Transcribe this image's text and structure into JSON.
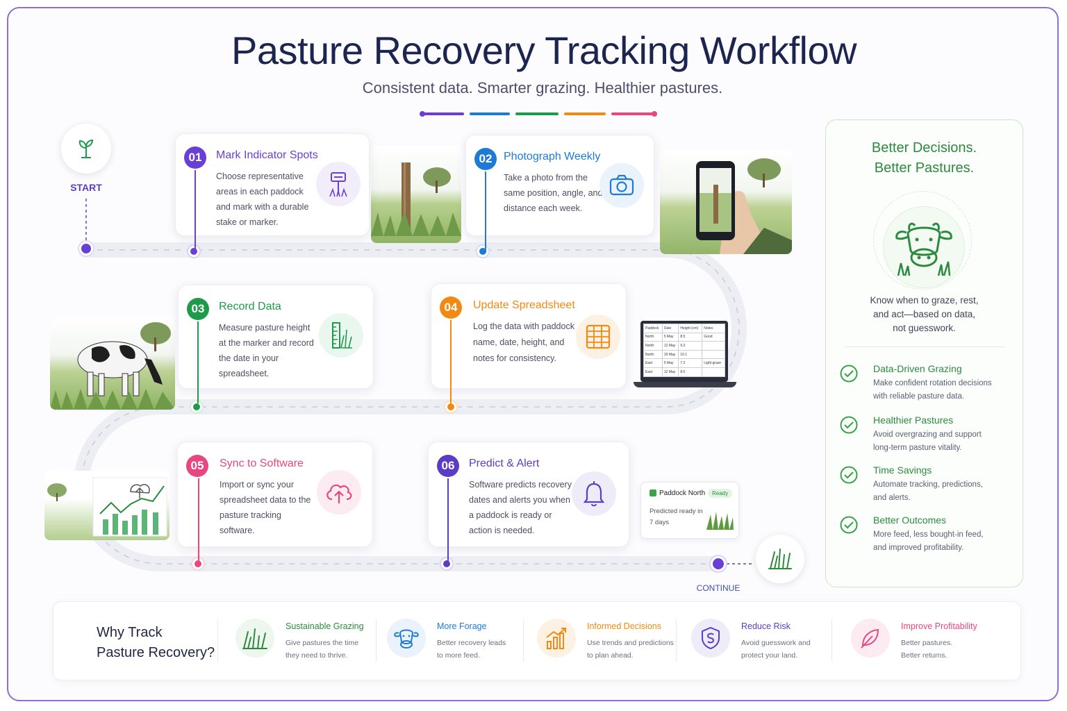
{
  "header": {
    "title": "Pasture Recovery Tracking Workflow",
    "subtitle": "Consistent data. Smarter grazing. Healthier pastures."
  },
  "colors": {
    "purple": "#6a3fd4",
    "blue": "#1f7ad6",
    "green": "#1e9a4a",
    "orange": "#f08a12",
    "pink": "#e8467f",
    "violet": "#5b3cc4"
  },
  "path": {
    "start_label": "START",
    "continue_label": "CONTINUE"
  },
  "steps": [
    {
      "number": "01",
      "title": "Mark Indicator Spots",
      "lines": [
        "Choose representative",
        "areas in each paddock",
        "and mark with a durable",
        "stake or marker."
      ],
      "icon": "signpost-icon"
    },
    {
      "number": "02",
      "title": "Photograph Weekly",
      "lines": [
        "Take a photo from the",
        "same position, angle, and",
        "distance each week."
      ],
      "icon": "camera-icon"
    },
    {
      "number": "03",
      "title": "Record Data",
      "lines": [
        "Measure pasture height",
        "at the marker and record",
        "the date in your",
        "spreadsheet."
      ],
      "icon": "ruler-icon"
    },
    {
      "number": "04",
      "title": "Update Spreadsheet",
      "lines": [
        "Log the data with paddock",
        "name, date, height, and",
        "notes for consistency."
      ],
      "icon": "spreadsheet-icon"
    },
    {
      "number": "05",
      "title": "Sync to Software",
      "lines": [
        "Import or sync your",
        "spreadsheet data to the",
        "pasture tracking",
        "software."
      ],
      "icon": "cloud-upload-icon"
    },
    {
      "number": "06",
      "title": "Predict & Alert",
      "lines": [
        "Software predicts recovery",
        "dates and alerts you when",
        "a paddock is ready or",
        "action is needed."
      ],
      "icon": "bell-icon"
    }
  ],
  "spreadsheet": {
    "headers": [
      "Paddock",
      "Date",
      "Height (cm)",
      "Notes"
    ],
    "rows": [
      [
        "North",
        "5 May",
        "8.5",
        "Good"
      ],
      [
        "North",
        "12 May",
        "9.3",
        ""
      ],
      [
        "North",
        "19 May",
        "10.1",
        ""
      ],
      [
        "East",
        "5 May",
        "7.2",
        "Light graze"
      ],
      [
        "East",
        "12 May",
        "8.0",
        ""
      ]
    ]
  },
  "paddock_alert": {
    "name": "Paddock North",
    "status": "Ready",
    "lines": [
      "Predicted ready in",
      "7 days"
    ]
  },
  "right_panel": {
    "title_lines": [
      "Better Decisions.",
      "Better Pastures."
    ],
    "desc_lines": [
      "Know when to graze, rest,",
      "and act—based on data,",
      "not guesswork."
    ],
    "benefits": [
      {
        "title": "Data-Driven Grazing",
        "lines": [
          "Make confident rotation decisions",
          "with reliable pasture data."
        ]
      },
      {
        "title": "Healthier Pastures",
        "lines": [
          "Avoid overgrazing and support",
          "long-term pasture vitality."
        ]
      },
      {
        "title": "Time Savings",
        "lines": [
          "Automate tracking, predictions,",
          "and alerts."
        ]
      },
      {
        "title": "Better Outcomes",
        "lines": [
          "More feed, less bought-in feed,",
          "and improved profitability."
        ]
      }
    ]
  },
  "bottom": {
    "heading_lines": [
      "Why Track",
      "Pasture Recovery?"
    ],
    "items": [
      {
        "title": "Sustainable Grazing",
        "lines": [
          "Give pastures the time",
          "they need to thrive."
        ],
        "icon": "grass-icon"
      },
      {
        "title": "More Forage",
        "lines": [
          "Better recovery leads",
          "to more feed."
        ],
        "icon": "cow-icon"
      },
      {
        "title": "Informed Decisions",
        "lines": [
          "Use trends and predictions",
          "to plan ahead."
        ],
        "icon": "chart-icon"
      },
      {
        "title": "Reduce Risk",
        "lines": [
          "Avoid guesswork and",
          "protect your land."
        ],
        "icon": "shield-icon"
      },
      {
        "title": "Improve Profitability",
        "lines": [
          "Better pastures.",
          "Better returns."
        ],
        "icon": "leaf-icon"
      }
    ]
  }
}
